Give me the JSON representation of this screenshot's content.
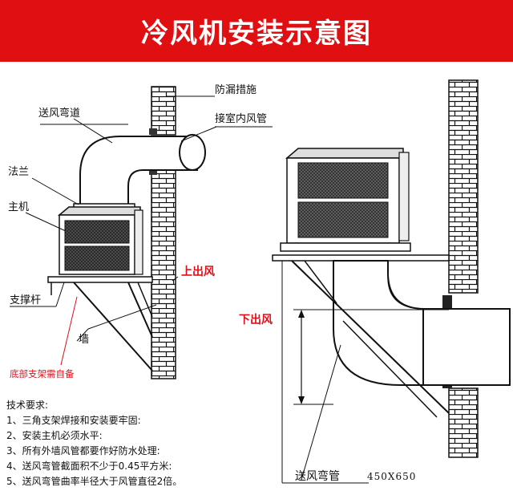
{
  "banner": {
    "title": "冷风机安装示意图",
    "color": "#e00f12"
  },
  "left_labels": {
    "elbow": "送风弯道",
    "leak_proof": "防漏措施",
    "indoor_duct": "接室内风管",
    "flange": "法兰",
    "main_unit": "主机",
    "top_outlet": "上出风",
    "support": "支撑杆",
    "wall": "墙",
    "bottom_note": "底部支架需自备"
  },
  "right_labels": {
    "bottom_outlet": "下出风",
    "elbow_pipe": "送风弯管",
    "size": "450X650"
  },
  "notes": {
    "title": "技术要求:",
    "items": [
      "1、三角支架焊接和安装要牢固:",
      "2、安装主机必须水平:",
      "3、所有外墙风管都要作好防水处理:",
      "4、送风弯管截面积不少于0.45平方米:",
      "5、送风弯管曲率半径大于风管直径2倍。"
    ]
  },
  "colors": {
    "red_label": "#e0101a",
    "ink": "#111111"
  }
}
